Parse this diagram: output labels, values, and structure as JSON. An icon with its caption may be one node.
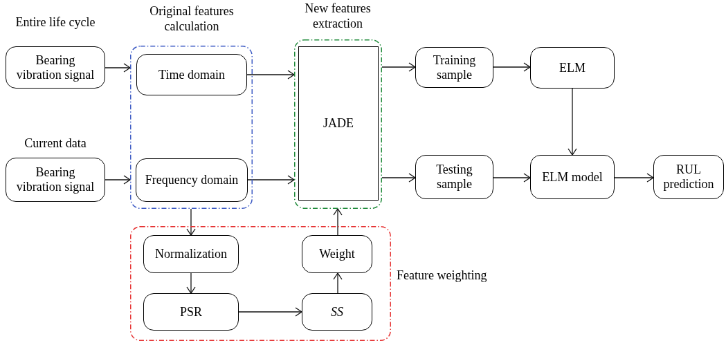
{
  "diagram": {
    "nodes": [
      {
        "text": [
          "Original features calculation"
        ]
      },
      {
        "text": [
          "New features extraction"
        ]
      },
      {
        "text": [
          "Feature weighting"
        ]
      },
      {
        "text": [
          "Bearing vibration signal"
        ],
        "beside": [
          "Entire life cycle"
        ]
      },
      {
        "text": [
          "Bearing vibration signal"
        ],
        "beside": [
          "Current data"
        ]
      },
      {
        "text": [
          "Time domain"
        ],
        "in": 0
      },
      {
        "text": [
          "Frequency domain"
        ],
        "in": 0
      },
      {
        "text": [
          "JADE"
        ],
        "in": 1
      },
      {
        "text": [
          "Normalization"
        ],
        "in": 2
      },
      {
        "text": [
          "Weight"
        ],
        "in": 2
      },
      {
        "text": [
          "PSR"
        ],
        "in": 2
      },
      {
        "text": [
          "SS"
        ],
        "in": 2
      },
      {
        "text": [
          "Training sample"
        ]
      },
      {
        "text": [
          "ELM"
        ]
      },
      {
        "text": [
          "Testing sample"
        ]
      },
      {
        "text": [
          "ELM model"
        ]
      },
      {
        "text": [
          "RUL prediction"
        ]
      }
    ],
    "edges": [
      {
        "from": 3,
        "to": 0,
        "arrow": "to"
      },
      {
        "from": 4,
        "to": 0,
        "arrow": "to"
      },
      {
        "from": 5,
        "to": 1,
        "arrow": "to"
      },
      {
        "from": 6,
        "to": 1,
        "arrow": "to"
      },
      {
        "from": 0,
        "to": 8,
        "arrow": "to"
      },
      {
        "from": 8,
        "to": 10,
        "arrow": "to"
      },
      {
        "from": 10,
        "to": 11,
        "arrow": "to"
      },
      {
        "from": 11,
        "to": 9,
        "arrow": "to"
      },
      {
        "from": 9,
        "to": 1,
        "arrow": "to"
      },
      {
        "from": 1,
        "to": 12,
        "arrow": "to"
      },
      {
        "from": 1,
        "to": 14,
        "arrow": "to"
      },
      {
        "from": 12,
        "to": 13,
        "arrow": "to"
      },
      {
        "from": 13,
        "to": 15,
        "arrow": "to"
      },
      {
        "from": 14,
        "to": 15,
        "arrow": "to"
      },
      {
        "from": 15,
        "to": 16,
        "arrow": "to"
      }
    ]
  }
}
